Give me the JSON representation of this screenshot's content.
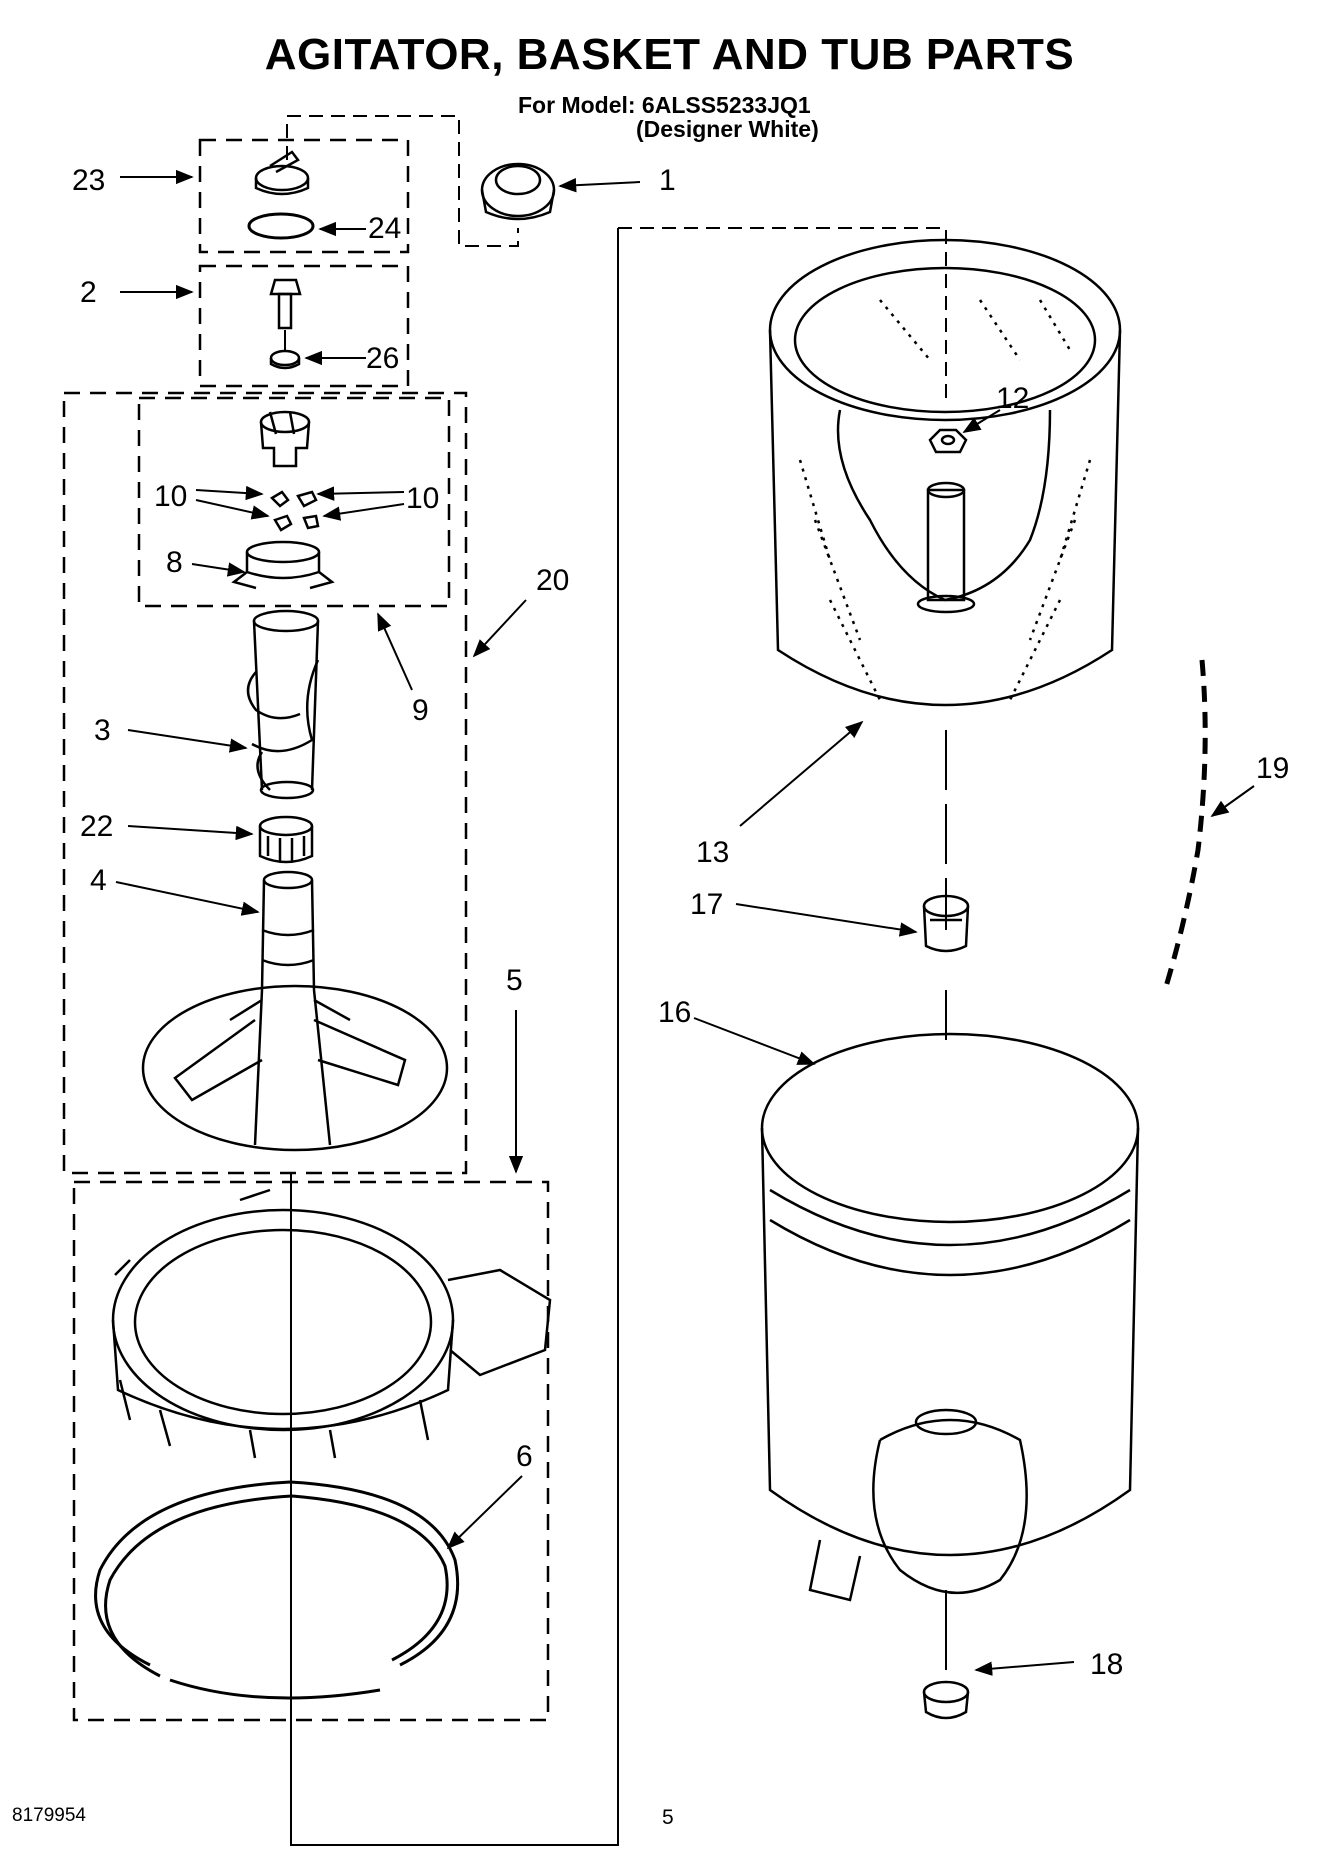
{
  "header": {
    "title": "AGITATOR, BASKET AND TUB PARTS",
    "model_line": "For Model: 6ALSS5233JQ1",
    "variant_line": "(Designer White)"
  },
  "callouts": {
    "c1": "1",
    "c2": "2",
    "c3": "3",
    "c4": "4",
    "c5": "5",
    "c6": "6",
    "c8": "8",
    "c9": "9",
    "c10a": "10",
    "c10b": "10",
    "c12": "12",
    "c13": "13",
    "c16": "16",
    "c17": "17",
    "c18": "18",
    "c19": "19",
    "c20": "20",
    "c22": "22",
    "c23": "23",
    "c24": "24",
    "c26": "26"
  },
  "footer": {
    "doc_number": "8179954",
    "page_number": "5"
  }
}
